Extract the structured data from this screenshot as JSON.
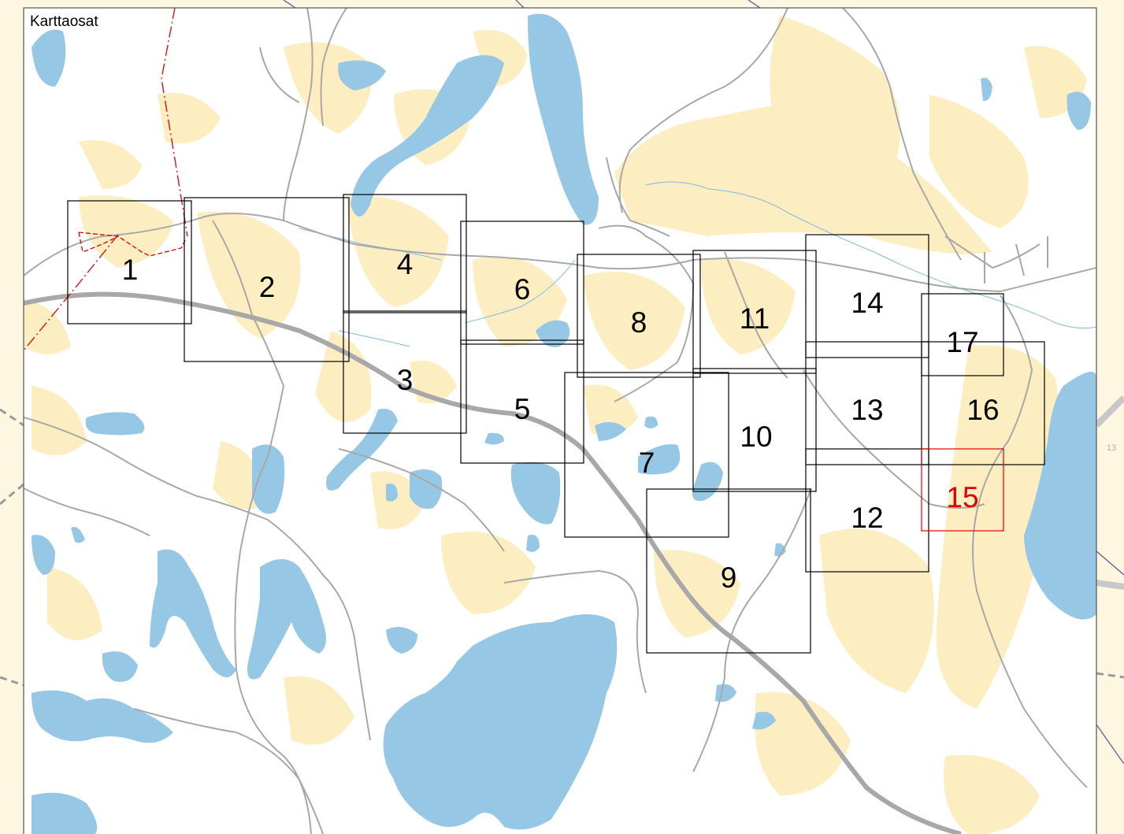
{
  "map": {
    "title": "Karttaosat",
    "edge_label_right": "13",
    "colors": {
      "water": "#96c8e6",
      "land": "#ffffff",
      "outside": "#fdf6e0",
      "forest": "#fdeec2",
      "road": "#a8a8a8",
      "motorway": "#a0a0a0",
      "sheet_border": "#000000",
      "selected": "#e00000",
      "boundary": "#e00000",
      "rail": "#7a6a9a"
    },
    "sheets": [
      {
        "label": "1",
        "selected": false
      },
      {
        "label": "2",
        "selected": false
      },
      {
        "label": "3",
        "selected": false
      },
      {
        "label": "4",
        "selected": false
      },
      {
        "label": "5",
        "selected": false
      },
      {
        "label": "6",
        "selected": false
      },
      {
        "label": "7",
        "selected": false
      },
      {
        "label": "8",
        "selected": false
      },
      {
        "label": "9",
        "selected": false
      },
      {
        "label": "10",
        "selected": false
      },
      {
        "label": "11",
        "selected": false
      },
      {
        "label": "12",
        "selected": false
      },
      {
        "label": "13",
        "selected": false
      },
      {
        "label": "14",
        "selected": false
      },
      {
        "label": "15",
        "selected": true
      },
      {
        "label": "16",
        "selected": false
      },
      {
        "label": "17",
        "selected": false
      }
    ]
  }
}
